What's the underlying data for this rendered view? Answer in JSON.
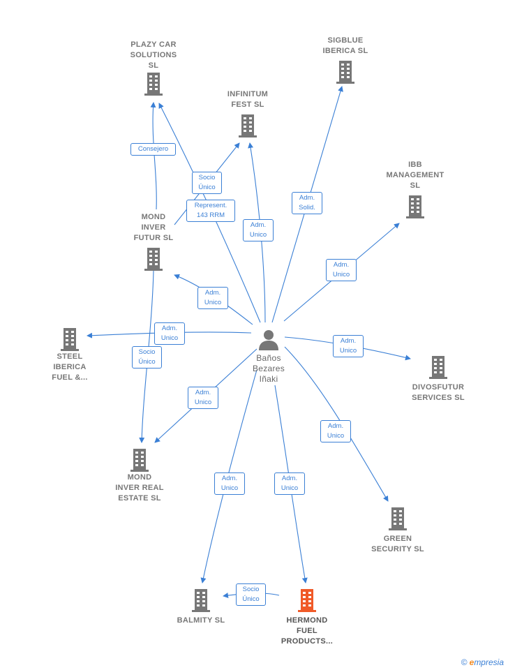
{
  "center": {
    "name": "Baños\nBezares\nIñaki",
    "icon": "person-icon"
  },
  "companies": [
    {
      "id": "plazy",
      "name": "PLAZY CAR\nSOLUTIONS\nSL",
      "icon": "building-icon"
    },
    {
      "id": "infinitum",
      "name": "INFINITUM\nFEST  SL",
      "icon": "building-icon"
    },
    {
      "id": "sigblue",
      "name": "SIGBLUE\nIBERICA  SL",
      "icon": "building-icon"
    },
    {
      "id": "ibb",
      "name": "IBB\nMANAGEMENT\nSL",
      "icon": "building-icon"
    },
    {
      "id": "mondfutur",
      "name": "MOND\nINVER\nFUTUR  SL",
      "icon": "building-icon"
    },
    {
      "id": "steel",
      "name": "STEEL\nIBERICA\nFUEL &...",
      "icon": "building-icon"
    },
    {
      "id": "divosfutur",
      "name": "DIVOSFUTUR\nSERVICES  SL",
      "icon": "building-icon"
    },
    {
      "id": "mondreal",
      "name": "MOND\nINVER REAL\nESTATE  SL",
      "icon": "building-icon"
    },
    {
      "id": "green",
      "name": "GREEN\nSECURITY  SL",
      "icon": "building-icon"
    },
    {
      "id": "balmity",
      "name": "BALMITY  SL",
      "icon": "building-icon"
    },
    {
      "id": "hermond",
      "name": "HERMOND\nFUEL\nPRODUCTS...",
      "icon": "building-icon",
      "highlight": "#f05a28"
    }
  ],
  "edge_labels": [
    {
      "id": "consejero",
      "text": "Consejero"
    },
    {
      "id": "socio_infinitum",
      "text": "Socio\nÚnico"
    },
    {
      "id": "represent",
      "text": "Represent.\n143 RRM"
    },
    {
      "id": "adm_infinitum",
      "text": "Adm.\nUnico"
    },
    {
      "id": "adm_sigblue",
      "text": "Adm.\nSolid."
    },
    {
      "id": "adm_ibb",
      "text": "Adm.\nUnico"
    },
    {
      "id": "adm_mondfutur",
      "text": "Adm.\nUnico"
    },
    {
      "id": "adm_steel",
      "text": "Adm.\nUnico"
    },
    {
      "id": "socio_mondreal",
      "text": "Socio\nÚnico"
    },
    {
      "id": "adm_divosfutur",
      "text": "Adm.\nUnico"
    },
    {
      "id": "adm_mondreal",
      "text": "Adm.\nUnico"
    },
    {
      "id": "adm_green",
      "text": "Adm.\nUnico"
    },
    {
      "id": "adm_balmity",
      "text": "Adm.\nUnico"
    },
    {
      "id": "adm_hermond",
      "text": "Adm.\nUnico"
    },
    {
      "id": "socio_balmity",
      "text": "Socio\nÚnico"
    }
  ],
  "colors": {
    "edge": "#3a7fd5",
    "building": "#777777",
    "highlight": "#f05a28"
  },
  "brand": {
    "copyright": "©",
    "e": "e",
    "rest": "mpresia"
  }
}
